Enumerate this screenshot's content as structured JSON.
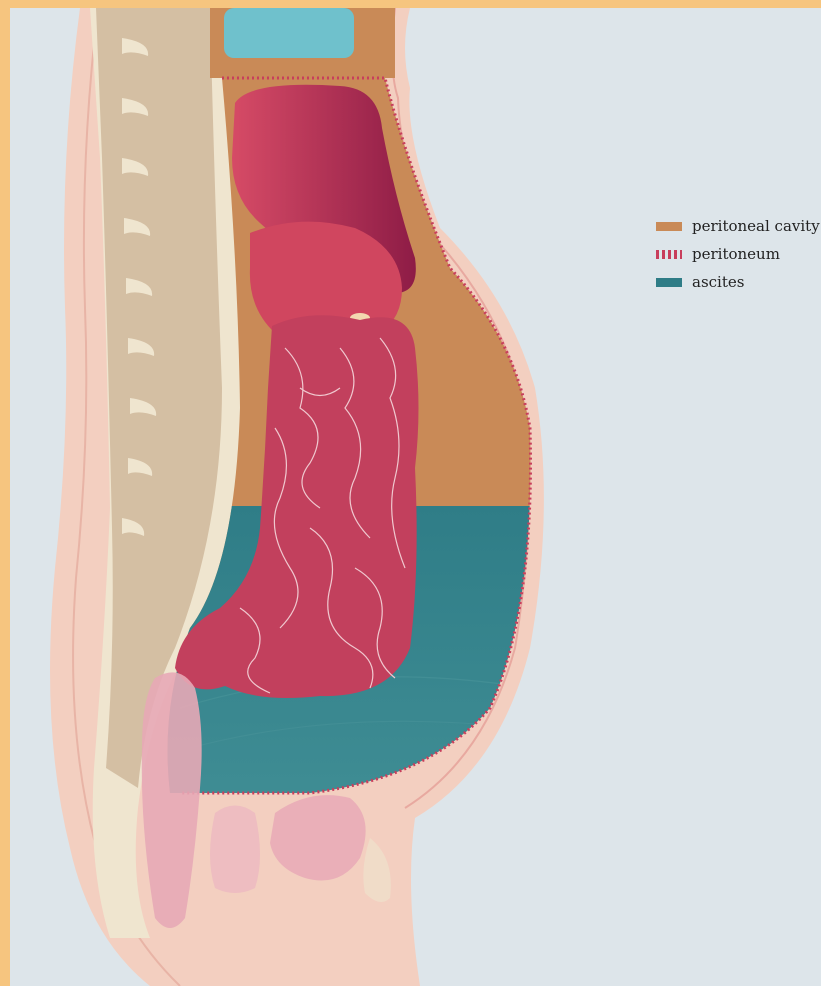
{
  "legend": {
    "items": [
      {
        "key": "cavity",
        "label": "peritoneal cavity",
        "color": "#c98a57",
        "pattern": "solid"
      },
      {
        "key": "peritoneum",
        "label": "peritoneum",
        "color": "#c83e5c",
        "pattern": "dotted"
      },
      {
        "key": "ascites",
        "label": "ascites",
        "color": "#2e7c86",
        "pattern": "solid"
      }
    ]
  },
  "colors": {
    "border": "#f6c57f",
    "background": "#dde5ea",
    "skin": "#f3cfc0",
    "spine": "#d4bfa3",
    "liver": "#a8264f",
    "stomach": "#d0465f",
    "intestines": "#c2405d",
    "bladder": "#e7a9b6",
    "lung": "#6fc1cc"
  }
}
